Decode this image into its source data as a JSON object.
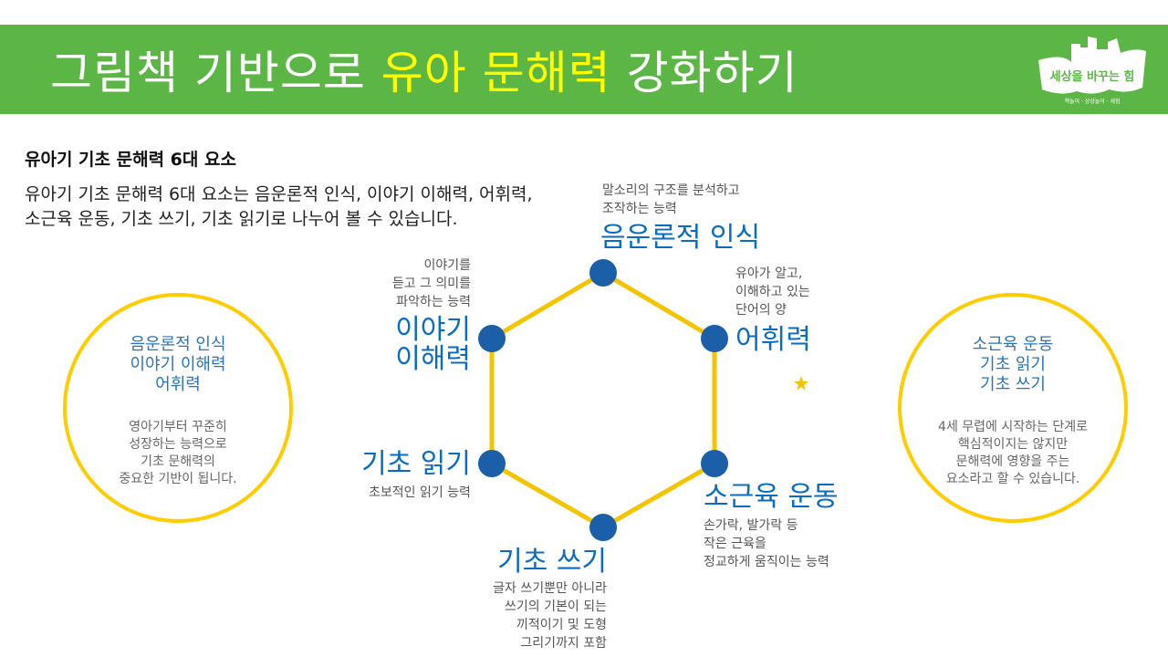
{
  "header": {
    "title_part1": "그림책 기반으로 ",
    "title_highlight": "유아 문해력",
    "title_part2": " 강화하기"
  },
  "logo": {
    "text": "세상을 바꾸는 힘",
    "subtext": "책놀이 · 상상놀이 · 세힘"
  },
  "section": {
    "title": "유아기 기초 문해력 6대 요소",
    "intro": "유아기 기초 문해력 6대 요소는 음운론적 인식, 이야기 이해력, 어휘력, 소근육 운동, 기초 쓰기, 기초 읽기로 나누어 볼 수 있습니다."
  },
  "left_circle": {
    "lines": [
      "음운론적 인식",
      "이야기 이해력",
      "어휘력"
    ],
    "desc": [
      "영아기부터 꾸준히",
      "성장하는 능력으로",
      "기초 문해력의",
      "중요한 기반이 됩니다."
    ]
  },
  "right_circle": {
    "lines": [
      "소근육 운동",
      "기초 읽기",
      "기초 쓰기"
    ],
    "desc": [
      "4세 무렵에 시작하는 단계로",
      "핵심적이지는 않지만",
      "문해력에 영향을 주는",
      "요소라고 할 수 있습니다."
    ]
  },
  "elements": [
    {
      "label": "음운론적 인식",
      "desc": [
        "말소리의 구조를 분석하고",
        "조작하는 능력"
      ]
    },
    {
      "label": "어휘력",
      "desc": [
        "유아가 알고,",
        "이해하고 있는",
        "단어의 양"
      ]
    },
    {
      "label": "소근육 운동",
      "desc": [
        "손가락, 발가락 등",
        "작은 근육을",
        "정교하게 움직이는 능력"
      ]
    },
    {
      "label": "기초 쓰기",
      "desc": [
        "글자 쓰기뿐만 아니라",
        "쓰기의 기본이 되는",
        "끼적이기 및 도형",
        "그리기까지 포함"
      ]
    },
    {
      "label": "기초 읽기",
      "desc": [
        "초보적인 읽기 능력"
      ]
    },
    {
      "label_lines": [
        "이야기",
        "이해력"
      ],
      "desc": [
        "이야기를",
        "듣고 그 의미를",
        "파악하는 능력"
      ]
    }
  ],
  "colors": {
    "banner": "#5cb646",
    "highlight": "#ffff00",
    "accent_blue": "#0a6cbf",
    "node": "#1a5fa8",
    "line": "#f5c400"
  }
}
